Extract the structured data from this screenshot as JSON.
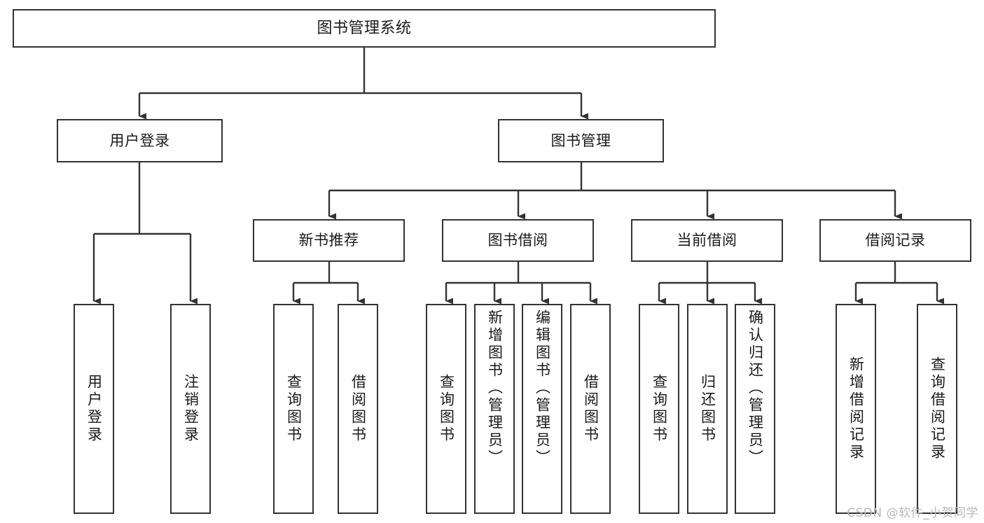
{
  "diagram": {
    "title": "图书管理系统",
    "type": "tree-hierarchy-chart",
    "root": {
      "id": "root",
      "label": "图书管理系统"
    },
    "level2": [
      {
        "id": "user-login",
        "label": "用户登录"
      },
      {
        "id": "book-management",
        "label": "图书管理"
      }
    ],
    "level3": [
      {
        "id": "new-book-recommend",
        "label": "新书推荐"
      },
      {
        "id": "book-borrow",
        "label": "图书借阅"
      },
      {
        "id": "current-borrow",
        "label": "当前借阅"
      },
      {
        "id": "borrow-record",
        "label": "借阅记录"
      }
    ],
    "leaves": {
      "user_login": [
        {
          "id": "leaf-user-login",
          "label": "用户登录"
        },
        {
          "id": "leaf-logout-login",
          "label": "注销登录"
        }
      ],
      "new_book_recommend": [
        {
          "id": "leaf-query-book-1",
          "label": "查询图书"
        },
        {
          "id": "leaf-borrow-book-1",
          "label": "借阅图书"
        }
      ],
      "book_borrow": [
        {
          "id": "leaf-query-book-2",
          "label": "查询图书"
        },
        {
          "id": "leaf-add-book",
          "label": "新增图书（管理员）"
        },
        {
          "id": "leaf-edit-book",
          "label": "编辑图书（管理员）"
        },
        {
          "id": "leaf-borrow-book-2",
          "label": "借阅图书"
        }
      ],
      "current_borrow": [
        {
          "id": "leaf-query-book-3",
          "label": "查询图书"
        },
        {
          "id": "leaf-return-book",
          "label": "归还图书"
        },
        {
          "id": "leaf-confirm-return",
          "label": "确认归还（管理员）"
        }
      ],
      "borrow_record": [
        {
          "id": "leaf-add-record",
          "label": "新增借阅记录"
        },
        {
          "id": "leaf-query-record",
          "label": "查询借阅记录"
        }
      ]
    },
    "watermark": "CSDN @软件_小贺同学",
    "colors": {
      "stroke": "#333333",
      "fill": "#ffffff",
      "text": "#1a1a1a",
      "watermark": "#b8b8b8"
    }
  }
}
